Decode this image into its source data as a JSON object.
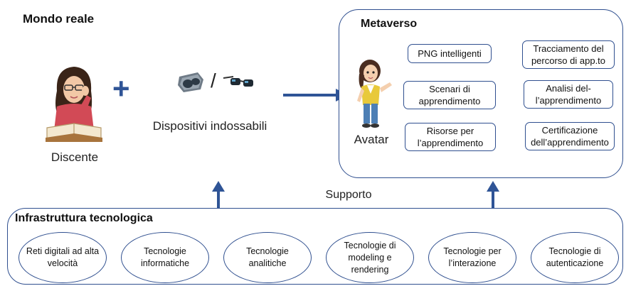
{
  "left": {
    "title": "Mondo reale",
    "learner_label": "Discente",
    "devices_label": "Dispositivi indossabili",
    "slash": "/"
  },
  "metaverse": {
    "title": "Metaverso",
    "avatar_label": "Avatar",
    "boxes": [
      "PNG intelligenti",
      "Tracciamento del percorso di app.to",
      "Scenari di apprendimento",
      "Analisi del-l’apprendimento",
      "Risorse per l’apprendimento",
      "Certificazione dell’apprendimento"
    ]
  },
  "support_label": "Supporto",
  "infrastructure": {
    "title": "Infrastruttura tecnologica",
    "items": [
      "Reti digitali ad alta velocità",
      "Tecnologie informatiche",
      "Tecnologie analitiche",
      "Tecnologie di modeling e rendering",
      "Tecnologie per l’interazione",
      "Tecnologie di autenticazione"
    ]
  },
  "colors": {
    "accent": "#2f5496",
    "border": "#2f4f8f"
  }
}
